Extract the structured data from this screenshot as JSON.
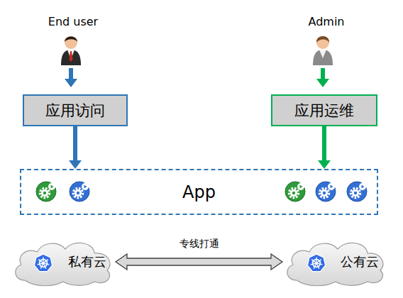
{
  "diagram": {
    "nodes": [
      {
        "text": [
          "应用访问"
        ]
      },
      {
        "text": [
          "应用运维"
        ]
      },
      {
        "text": [
          "App"
        ]
      },
      {
        "text": [
          "私有云"
        ]
      },
      {
        "text": [
          "公有云"
        ]
      }
    ],
    "edges": [
      {
        "from": 0,
        "to": 2,
        "arrow": "to"
      },
      {
        "from": 1,
        "to": 2,
        "arrow": "to"
      },
      {
        "from": 3,
        "to": 4,
        "arrow": "both",
        "label": "专线打通"
      }
    ],
    "labels": [
      "End user",
      "Admin"
    ]
  }
}
